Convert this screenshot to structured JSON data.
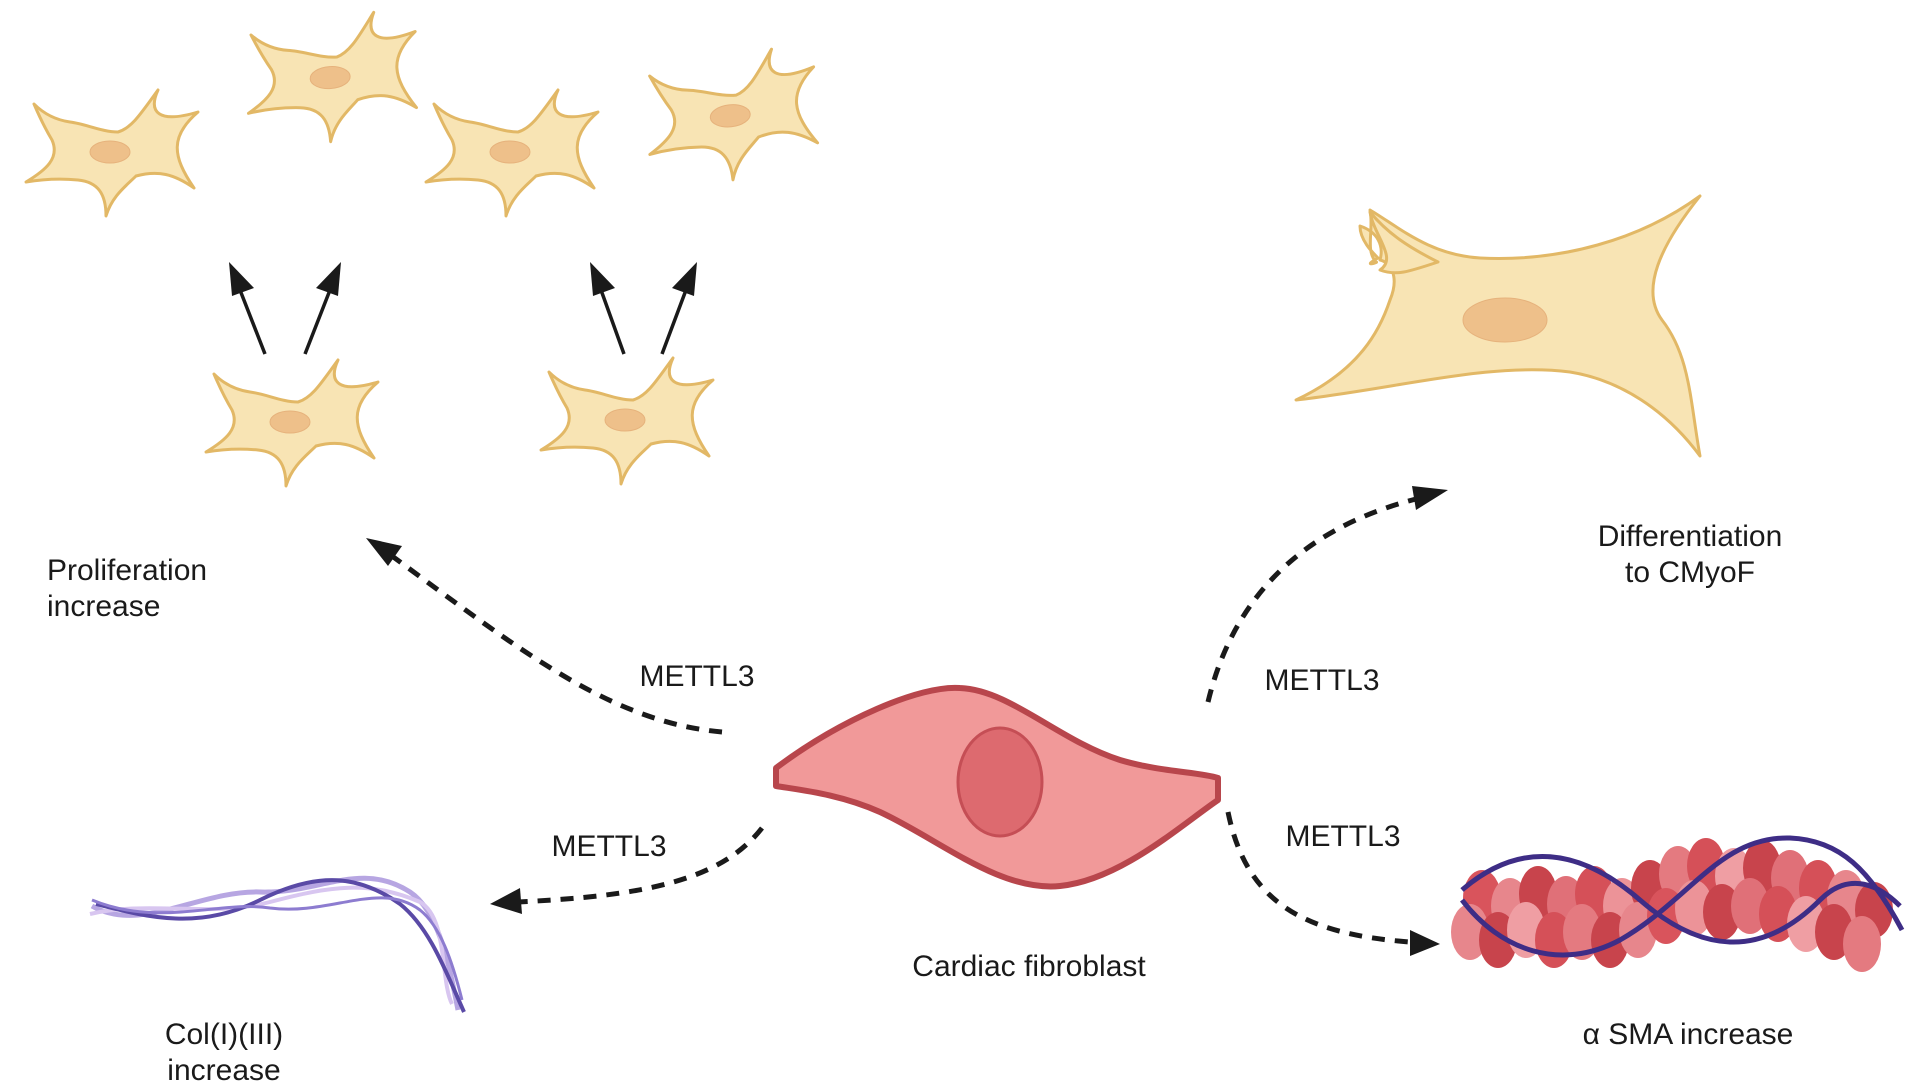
{
  "labels": {
    "proliferation_line1": "Proliferation",
    "proliferation_line2": "increase",
    "differentiation_line1": "Differentiation",
    "differentiation_line2": "to CMyoF",
    "collagen_line1": "Col(I)(III)",
    "collagen_line2": "increase",
    "asma": "α SMA increase",
    "center_cell": "Cardiac fibroblast",
    "mediator_top_left": "METTL3",
    "mediator_top_right": "METTL3",
    "mediator_bottom_left": "METTL3",
    "mediator_bottom_right": "METTL3"
  },
  "colors": {
    "fibroblast_fill": "#f19999",
    "fibroblast_outline": "#b8464c",
    "myofibroblast_fill": "#f8e4b4",
    "myofibroblast_outline": "#e2b866",
    "collagen_dark": "#5a4aa6",
    "collagen_light": "#b7a6e2",
    "actin_red": "#d9545c",
    "actin_helix": "#3e2d86",
    "arrow": "#1a1a1a"
  },
  "icons": [
    "fibroblast-cell-icon",
    "myofibroblast-cell-icon",
    "collagen-fiber-icon",
    "alpha-sma-filament-icon"
  ]
}
